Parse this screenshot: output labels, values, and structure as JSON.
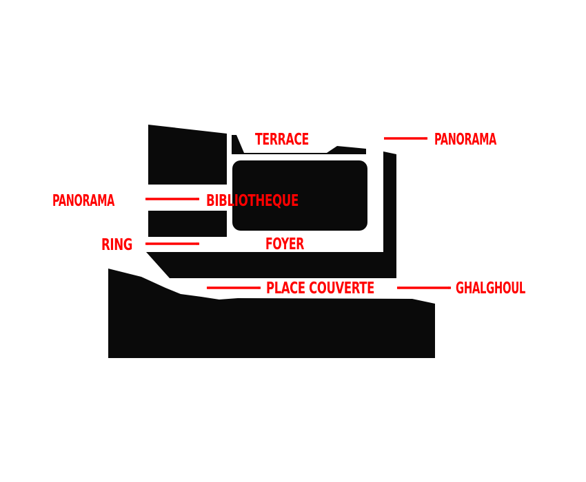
{
  "colors": {
    "building": "#0a0a0a",
    "accent": "#ff0000",
    "background": "#ffffff"
  },
  "labels": {
    "terrace": "TERRACE",
    "panorama_top": "PANORAMA",
    "panorama_left": "PANORAMA",
    "bibliotheque": "BIBLIOTHEQUE",
    "ring": "RING",
    "foyer": "FOYER",
    "place_couverte": "PLACE COUVERTE",
    "ghalghoul": "GHALGHOUL"
  }
}
